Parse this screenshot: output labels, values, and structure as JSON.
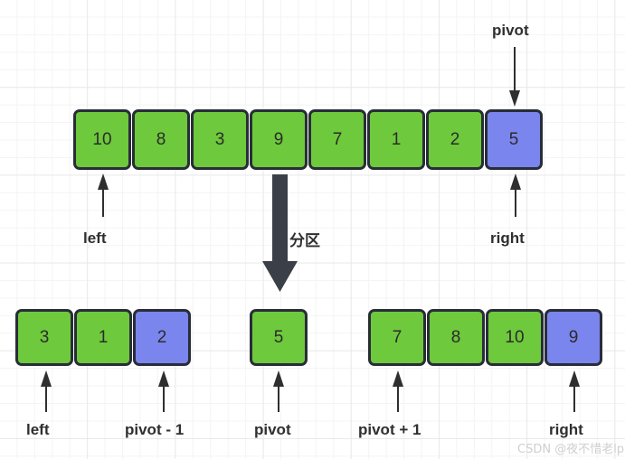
{
  "diagram": {
    "title_implied": "Quicksort partition illustration",
    "colors": {
      "green": "#6ec93c",
      "blue": "#7b85ee",
      "stroke": "#282d38",
      "text": "#2f2f2f",
      "grid_minor": "#f4f4f4",
      "grid_major": "#e9e9e9",
      "watermark": "#cfcfcf"
    },
    "top_row": {
      "name": "unsorted-array",
      "cells": [
        {
          "value": "10",
          "color": "green"
        },
        {
          "value": "8",
          "color": "green"
        },
        {
          "value": "3",
          "color": "green"
        },
        {
          "value": "9",
          "color": "green"
        },
        {
          "value": "7",
          "color": "green"
        },
        {
          "value": "1",
          "color": "green"
        },
        {
          "value": "2",
          "color": "green"
        },
        {
          "value": "5",
          "color": "blue"
        }
      ]
    },
    "bottom_left_row": {
      "name": "left-partition",
      "cells": [
        {
          "value": "3",
          "color": "green"
        },
        {
          "value": "1",
          "color": "green"
        },
        {
          "value": "2",
          "color": "blue"
        }
      ]
    },
    "bottom_middle_row": {
      "name": "pivot-partition",
      "cells": [
        {
          "value": "5",
          "color": "green"
        }
      ]
    },
    "bottom_right_row": {
      "name": "right-partition",
      "cells": [
        {
          "value": "7",
          "color": "green"
        },
        {
          "value": "8",
          "color": "green"
        },
        {
          "value": "10",
          "color": "green"
        },
        {
          "value": "9",
          "color": "blue"
        }
      ]
    },
    "labels": {
      "pivot_top": "pivot",
      "left_top": "left",
      "right_top": "right",
      "partition": "分区",
      "left_bottom": "left",
      "pivot_minus_one": "pivot - 1",
      "pivot_bottom": "pivot",
      "pivot_plus_one": "pivot + 1",
      "right_bottom": "right"
    },
    "watermark": "CSDN @夜不惜老lp"
  }
}
